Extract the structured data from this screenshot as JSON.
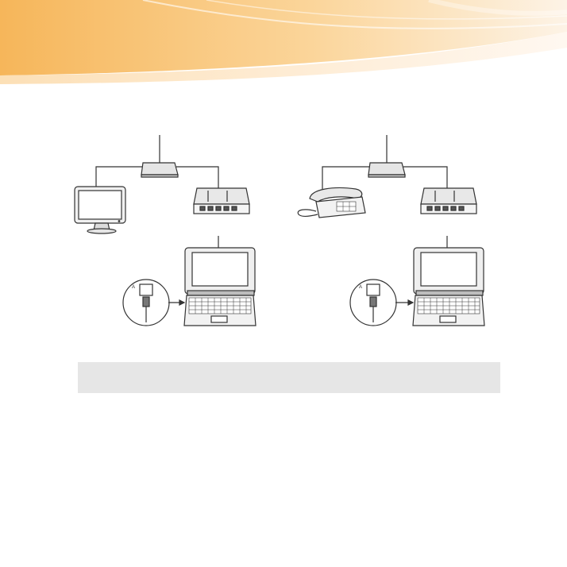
{
  "page": {
    "background": "#ffffff",
    "header_colors": [
      "#f6b65a",
      "#fbd59a",
      "#fdf0df"
    ],
    "note_box": {
      "background": "#e6e6e6",
      "text": ""
    }
  },
  "diagrams": [
    {
      "side": "left",
      "devices": [
        {
          "name": "splitter-icon"
        },
        {
          "name": "monitor-icon"
        },
        {
          "name": "modem-icon"
        },
        {
          "name": "netbook-icon"
        },
        {
          "name": "rj45-connector-icon"
        }
      ],
      "callout_letter": "A"
    },
    {
      "side": "right",
      "devices": [
        {
          "name": "splitter-icon"
        },
        {
          "name": "telephone-icon"
        },
        {
          "name": "modem-icon"
        },
        {
          "name": "netbook-icon"
        },
        {
          "name": "rj45-connector-icon"
        }
      ],
      "callout_letter": "A"
    }
  ]
}
